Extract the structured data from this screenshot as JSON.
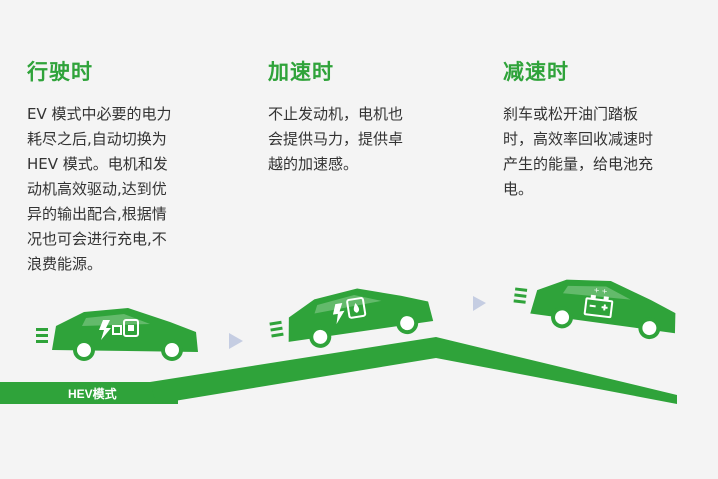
{
  "colors": {
    "accent": "#2fa33a",
    "text": "#333333",
    "background": "#f4f4f4",
    "arrow": "#c5cde2"
  },
  "panels": [
    {
      "title": "行驶时",
      "text": "EV 模式中必要的电力\n耗尽之后,自动切换为\nHEV 模式。电机和发\n动机高效驱动,达到优\n异的输出配合,根据情\n况也可会进行充电,不\n浪费能源。",
      "icon": "electric-bolt-engine-icon"
    },
    {
      "title": "加速时",
      "text": "不止发动机，电机也\n会提供马力，提供卓\n越的加速感。",
      "icon": "electric-bolt-fuel-icon"
    },
    {
      "title": "减速时",
      "text": "刹车或松开油门踏板\n时，高效率回收减速时\n产生的能量，给电池充\n电。",
      "icon": "battery-charge-icon"
    }
  ],
  "road": {
    "label": "HEV模式"
  }
}
